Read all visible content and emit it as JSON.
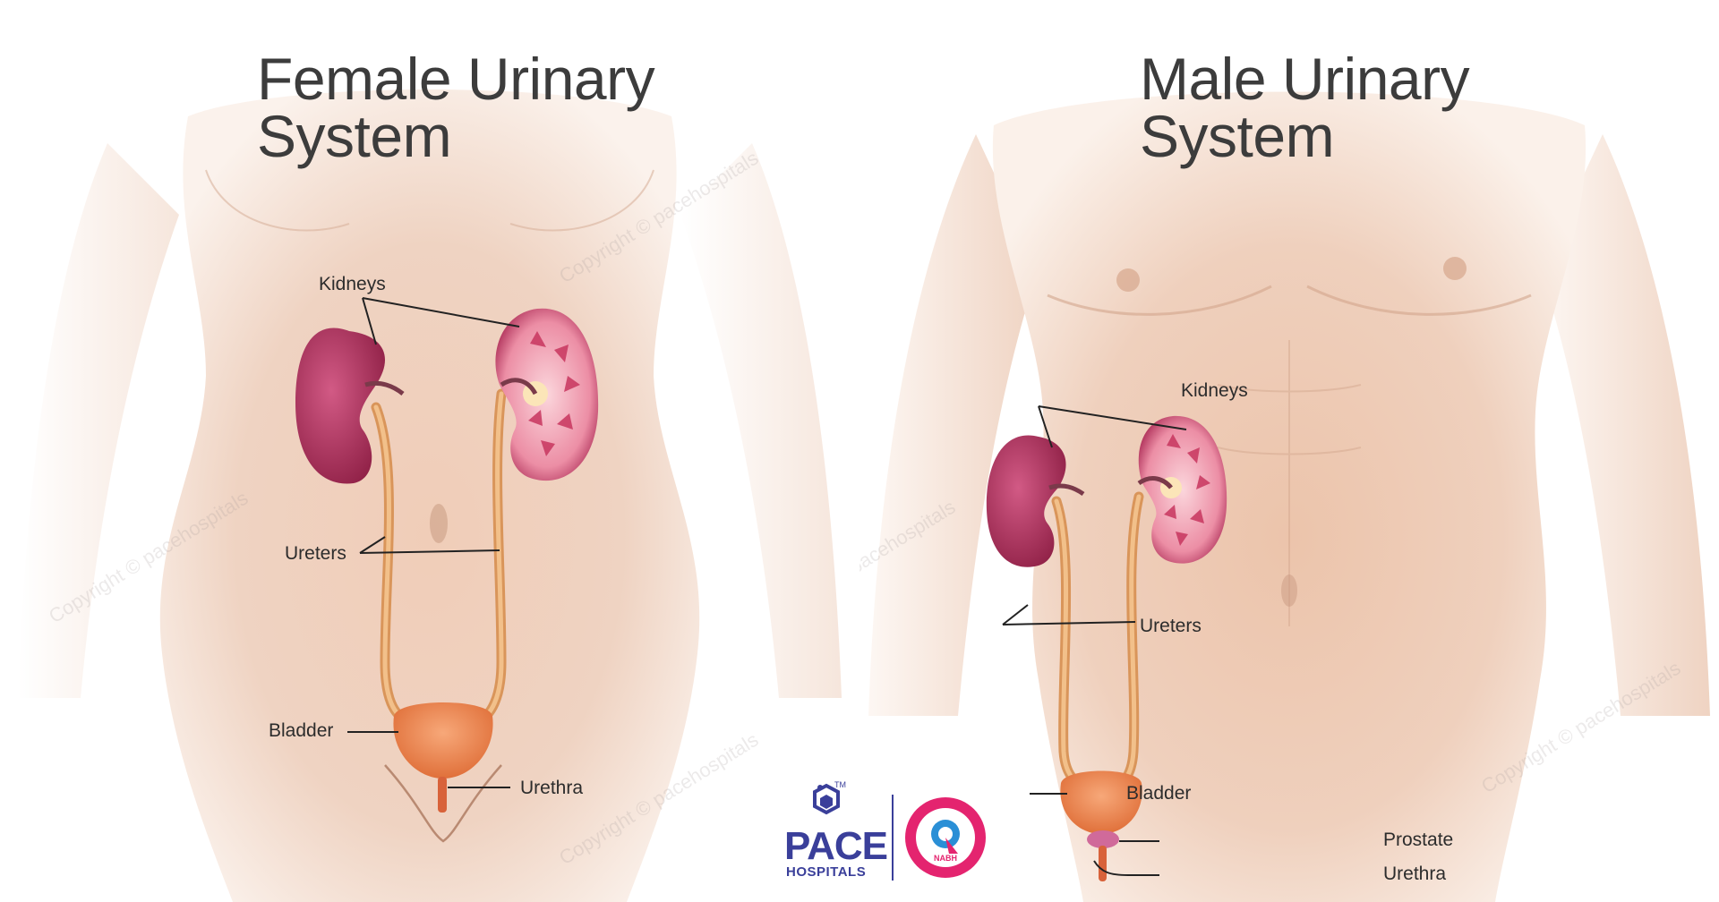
{
  "female": {
    "title_line1": "Female Urinary",
    "title_line2": "System",
    "labels": {
      "kidneys": "Kidneys",
      "ureters": "Ureters",
      "bladder": "Bladder",
      "urethra": "Urethra"
    }
  },
  "male": {
    "title_line1": "Male Urinary",
    "title_line2": "System",
    "labels": {
      "kidneys": "Kidneys",
      "ureters": "Ureters",
      "bladder": "Bladder",
      "prostate": "Prostate",
      "urethra": "Urethra"
    }
  },
  "logo": {
    "brand": "PACE",
    "sub": "HOSPITALS",
    "tm": "TM",
    "nabh": "NABH"
  },
  "watermark": "Copyright © pacehospitals",
  "colors": {
    "skin": "#f3d9c8",
    "skin_shadow": "#dcb29a",
    "kidney": "#b12d56",
    "kidney_inner": "#e86a8a",
    "ureter": "#e3a46a",
    "bladder": "#ef8a4f",
    "title": "#3c3c3c",
    "brand": "#3a3f9a",
    "nabh_ring": "#e4246f"
  }
}
